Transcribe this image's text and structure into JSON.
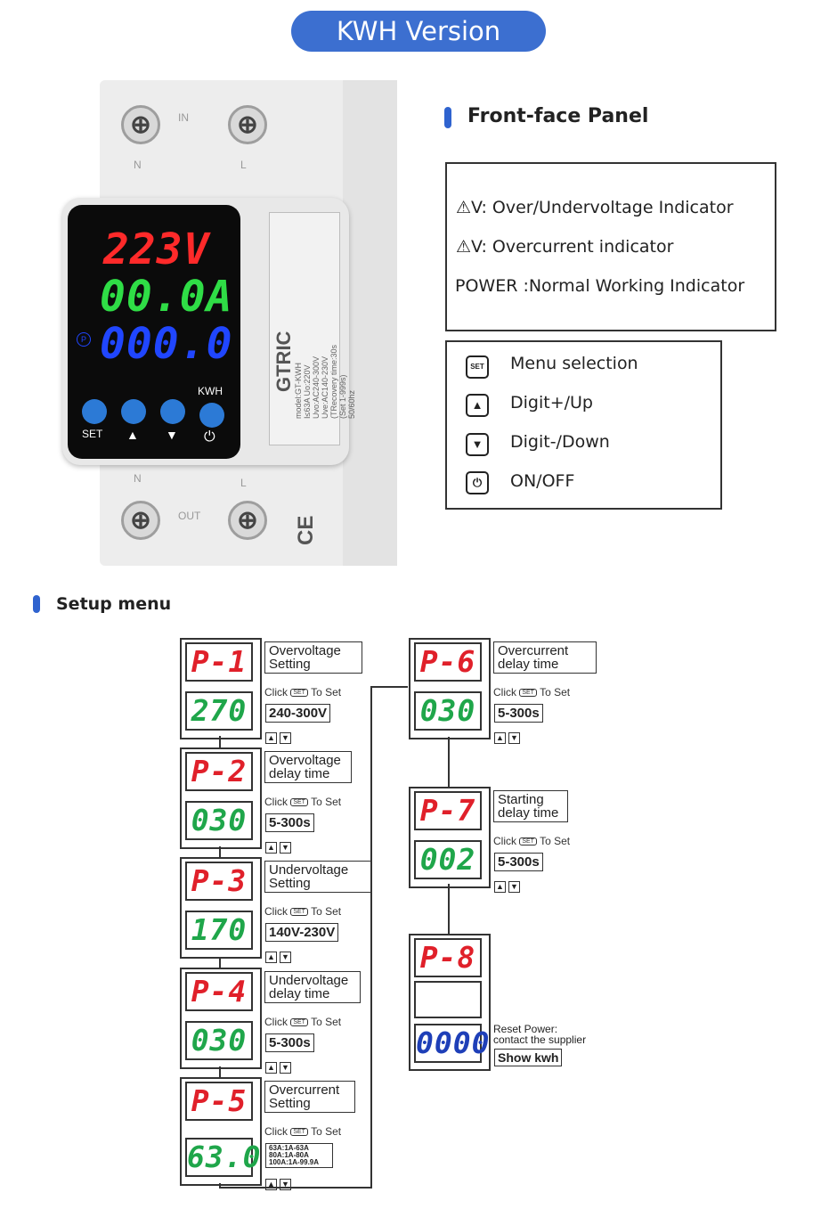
{
  "header": {
    "title": "KWH Version"
  },
  "device": {
    "brand": "GTRIC",
    "display_voltage": "223V",
    "display_current": "00.0A",
    "display_power": "000.0",
    "power_indicator": "P",
    "kwh_label": "KWH",
    "set_label": "SET",
    "in_label": "IN",
    "out_label": "OUT",
    "n_label": "N",
    "l_label": "L",
    "ce_mark": "CE",
    "spec_lines": [
      "model:GT-KWH",
      "I≤63A Uo:220V",
      "Uvo:AC240-300V",
      "Uve:AC140-230V",
      "(TRecovery time:30s",
      "(Set 1-999s)",
      "50/60hz"
    ]
  },
  "front_panel": {
    "title": "Front-face Panel",
    "indicators": [
      "⚠V: Over/Undervoltage Indicator",
      "⚠V: Overcurrent indicator",
      "POWER :Normal Working Indicator"
    ],
    "buttons": [
      {
        "icon": "set-icon",
        "glyph": "SET",
        "label": "Menu selection"
      },
      {
        "icon": "up-icon",
        "glyph": "▲",
        "label": "Digit+/Up"
      },
      {
        "icon": "down-icon",
        "glyph": "▼",
        "label": "Digit-/Down"
      },
      {
        "icon": "power-icon",
        "glyph": "⏻",
        "label": "ON/OFF"
      }
    ]
  },
  "setup": {
    "title": "Setup menu",
    "click_text": "Click",
    "to_set": "To Set",
    "set_key": "SET",
    "steps": [
      {
        "code": "P-1",
        "value": "270",
        "desc": "Overvoltage Setting",
        "range": "240-300V"
      },
      {
        "code": "P-2",
        "value": "030",
        "desc": "Overvoltage delay time",
        "range": "5-300s"
      },
      {
        "code": "P-3",
        "value": "170",
        "desc": "Undervoltage Setting",
        "range": "140V-230V"
      },
      {
        "code": "P-4",
        "value": "030",
        "desc": "Undervoltage delay time",
        "range": "5-300s"
      },
      {
        "code": "P-5",
        "value": "63.0",
        "desc": "Overcurrent Setting",
        "range": "63A:1A-63A 80A:1A-80A 100A:1A-99.9A"
      },
      {
        "code": "P-6",
        "value": "030",
        "desc": "Overcurrent delay time",
        "range": "5-300s"
      },
      {
        "code": "P-7",
        "value": "002",
        "desc": "Starting delay time",
        "range": "5-300s"
      },
      {
        "code": "P-8",
        "value": "0000",
        "desc": "Reset Power: contact the supplier",
        "range": "Show kwh"
      }
    ]
  }
}
